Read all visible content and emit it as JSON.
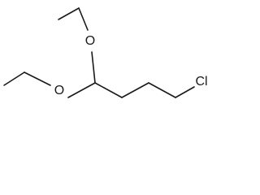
{
  "molecule": {
    "atoms": {
      "oxygen_top": "O",
      "oxygen_bottom": "O",
      "chlorine": "Cl"
    }
  }
}
